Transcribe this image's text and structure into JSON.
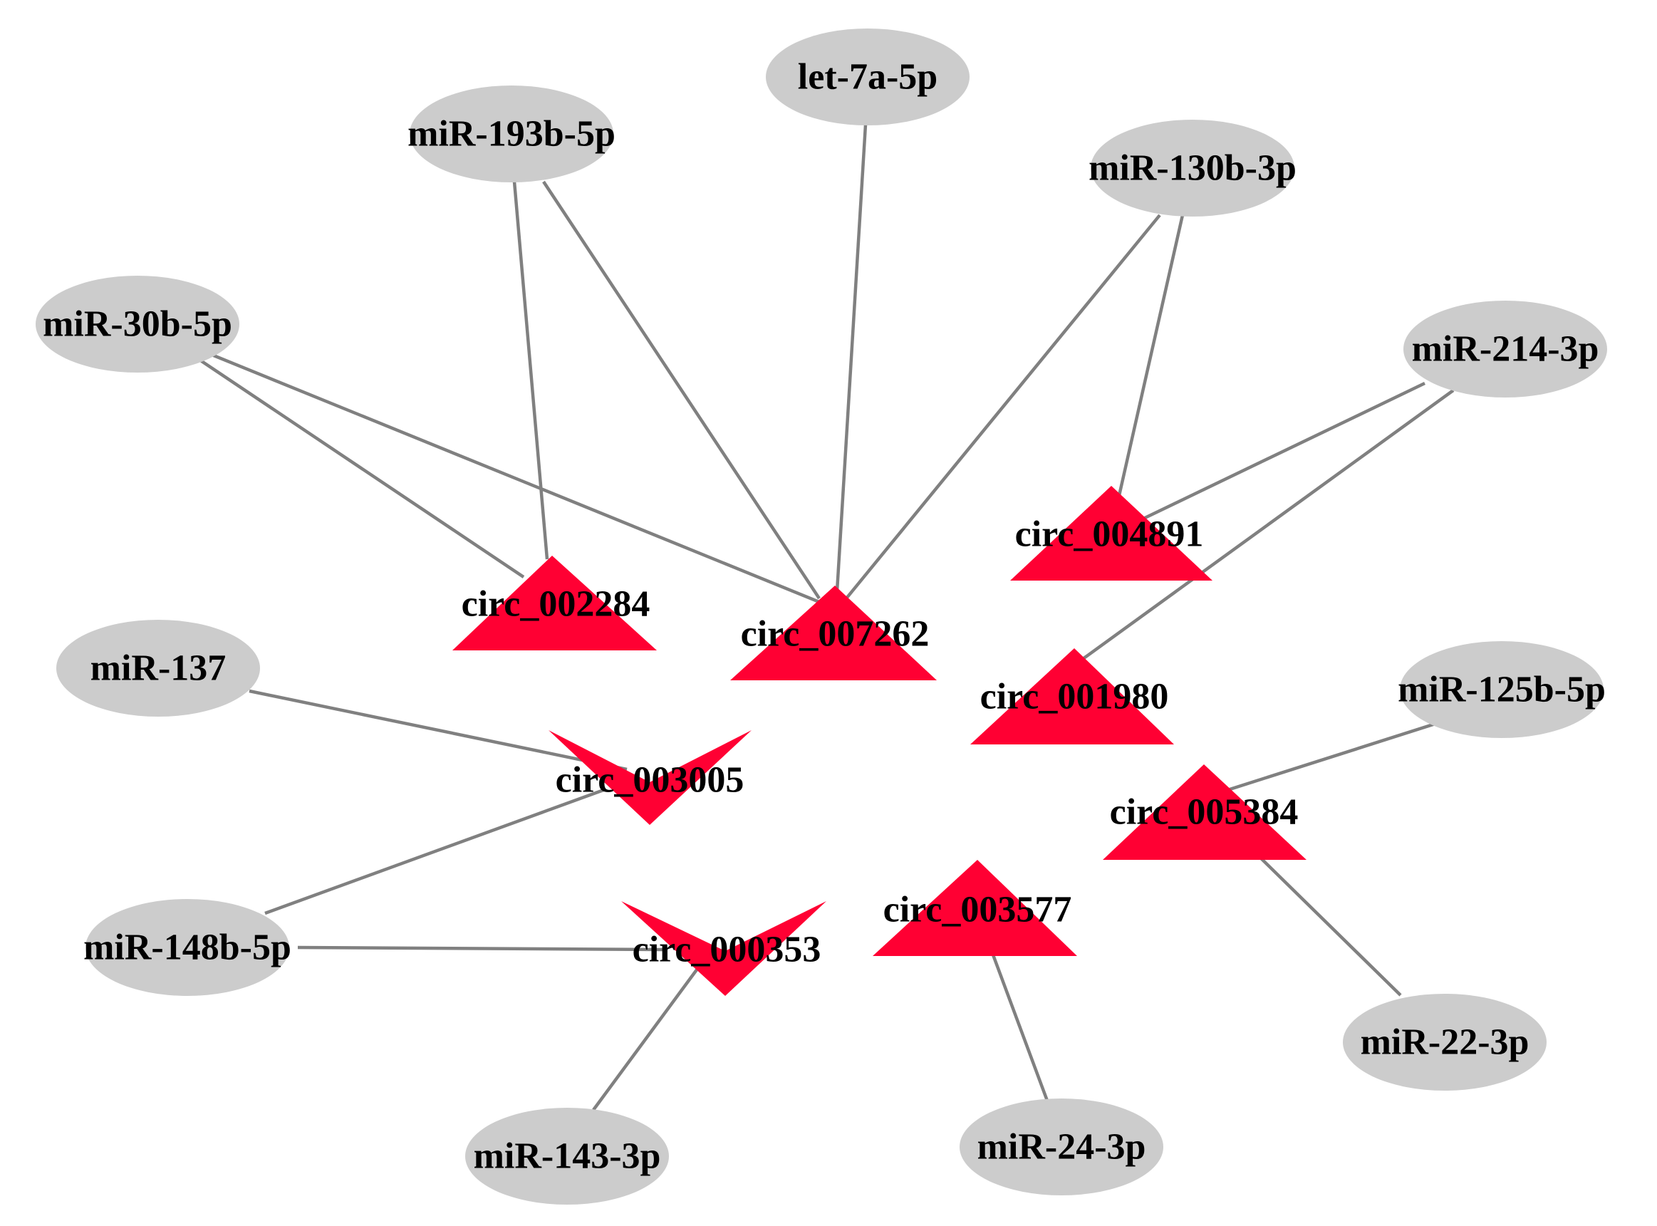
{
  "mirna_nodes": [
    {
      "id": "let7a",
      "label": "let-7a-5p"
    },
    {
      "id": "mir193b",
      "label": "miR-193b-5p"
    },
    {
      "id": "mir130b",
      "label": "miR-130b-3p"
    },
    {
      "id": "mir30b",
      "label": "miR-30b-5p"
    },
    {
      "id": "mir214",
      "label": "miR-214-3p"
    },
    {
      "id": "mir137",
      "label": "miR-137"
    },
    {
      "id": "mir125b",
      "label": "miR-125b-5p"
    },
    {
      "id": "mir148b",
      "label": "miR-148b-5p"
    },
    {
      "id": "mir22",
      "label": "miR-22-3p"
    },
    {
      "id": "mir143",
      "label": "miR-143-3p"
    },
    {
      "id": "mir24",
      "label": "miR-24-3p"
    }
  ],
  "circ_nodes": [
    {
      "id": "c004891",
      "label": "circ_004891",
      "shape": "triangle-up"
    },
    {
      "id": "c002284",
      "label": "circ_002284",
      "shape": "triangle-up"
    },
    {
      "id": "c007262",
      "label": "circ_007262",
      "shape": "triangle-up"
    },
    {
      "id": "c001980",
      "label": "circ_001980",
      "shape": "triangle-up"
    },
    {
      "id": "c003005",
      "label": "circ_003005",
      "shape": "v-down"
    },
    {
      "id": "c005384",
      "label": "circ_005384",
      "shape": "triangle-up"
    },
    {
      "id": "c003577",
      "label": "circ_003577",
      "shape": "triangle-up"
    },
    {
      "id": "c000353",
      "label": "circ_000353",
      "shape": "v-down"
    }
  ],
  "edges": [
    [
      "mir30b",
      "c002284"
    ],
    [
      "mir30b",
      "c007262"
    ],
    [
      "mir193b",
      "c002284"
    ],
    [
      "mir193b",
      "c007262"
    ],
    [
      "let7a",
      "c007262"
    ],
    [
      "mir130b",
      "c007262"
    ],
    [
      "mir130b",
      "c004891"
    ],
    [
      "mir214",
      "c004891"
    ],
    [
      "mir214",
      "c001980"
    ],
    [
      "mir137",
      "c003005"
    ],
    [
      "mir148b",
      "c003005"
    ],
    [
      "mir148b",
      "c000353"
    ],
    [
      "mir143",
      "c000353"
    ],
    [
      "mir125b",
      "c005384"
    ],
    [
      "mir22",
      "c005384"
    ],
    [
      "mir24",
      "c003577"
    ]
  ],
  "colors": {
    "mirna_fill": "#cccccc",
    "circ_fill": "#ff0033",
    "edge": "#808080"
  }
}
